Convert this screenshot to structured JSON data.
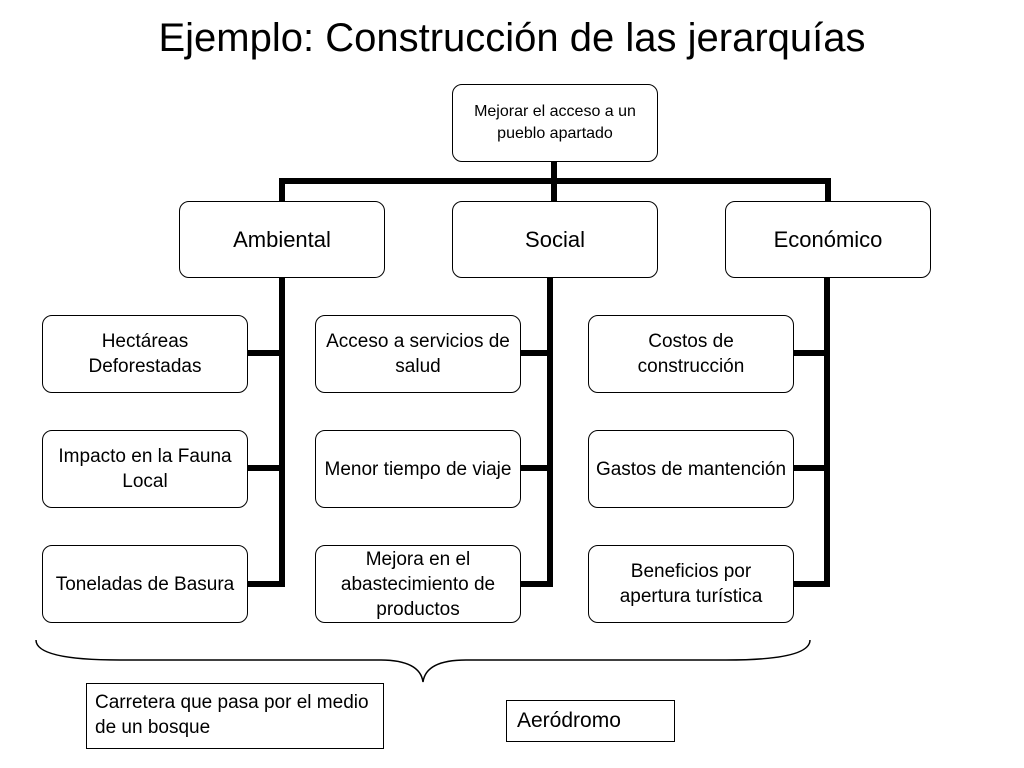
{
  "title": "Ejemplo: Construcción de las jerarquías",
  "root": "Mejorar el acceso a un pueblo apartado",
  "categories": [
    {
      "label": "Ambiental",
      "items": [
        "Hectáreas Deforestadas",
        "Impacto en la Fauna Local",
        "Toneladas de Basura"
      ]
    },
    {
      "label": "Social",
      "items": [
        "Acceso a servicios de salud",
        "Menor tiempo de viaje",
        "Mejora en el abastecimiento de productos"
      ]
    },
    {
      "label": "Económico",
      "items": [
        "Costos de construcción",
        "Gastos de mantención",
        "Beneficios por apertura turística"
      ]
    }
  ],
  "alternatives": [
    "Carretera que pasa por el medio de un bosque",
    "Aeródromo"
  ]
}
